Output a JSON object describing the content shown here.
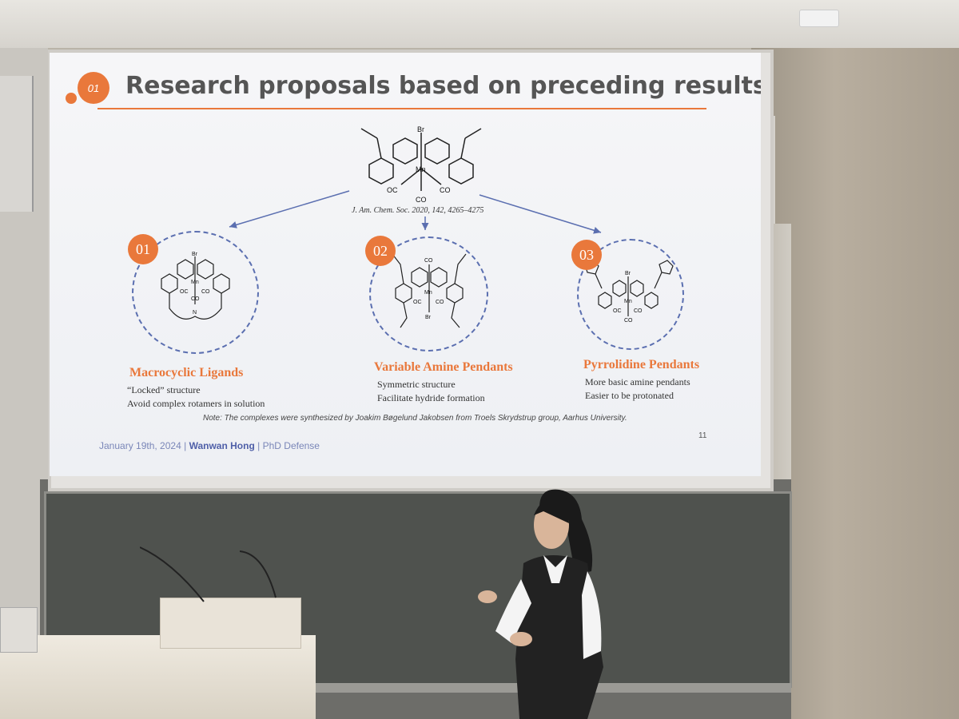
{
  "slide": {
    "section_badge": "01",
    "title": "Research proposals based on preceding results",
    "citation": "J. Am. Chem. Soc. 2020, 142, 4265–4275",
    "proposals": [
      {
        "number": "01",
        "heading": "Macrocyclic Ligands",
        "lines": [
          "“Locked” structure",
          "Avoid complex rotamers in solution"
        ]
      },
      {
        "number": "02",
        "heading": "Variable Amine Pendants",
        "lines": [
          "Symmetric structure",
          "Facilitate hydride formation"
        ]
      },
      {
        "number": "03",
        "heading": "Pyrrolidine Pendants",
        "lines": [
          "More basic amine pendants",
          "Easier to be protonated"
        ]
      }
    ],
    "note": "Note: The complexes were synthesized by Joakim Bøgelund Jakobsen from Troels  Skrydstrup group, Aarhus University.",
    "footer": {
      "date": "January 19th, 2024",
      "separator": "|",
      "name": "Wanwan Hong",
      "event": "PhD Defense"
    },
    "page_number": "11"
  },
  "colors": {
    "accent": "#e9783b",
    "dashed_circle": "#5b6fb0",
    "footer": "#4f5fa8"
  }
}
